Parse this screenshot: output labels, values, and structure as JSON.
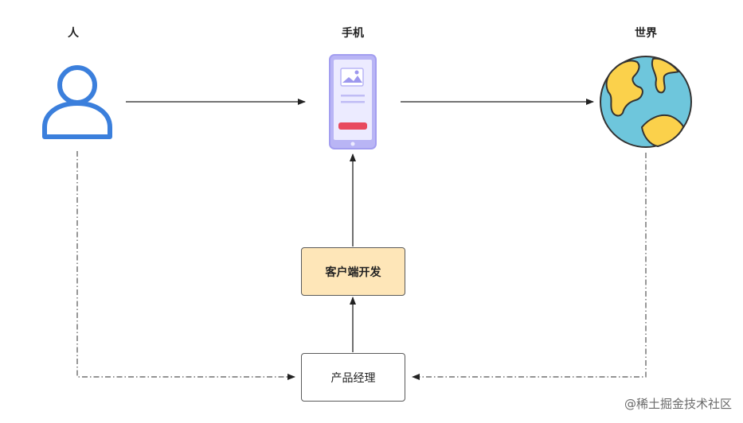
{
  "nodes": {
    "person": {
      "label": "人",
      "icon": "person-icon"
    },
    "phone": {
      "label": "手机",
      "icon": "smartphone-icon"
    },
    "world": {
      "label": "世界",
      "icon": "globe-icon"
    },
    "client_dev": {
      "label": "客户端开发"
    },
    "product_manager": {
      "label": "产品经理"
    }
  },
  "edges": [
    {
      "from": "person",
      "to": "phone",
      "style": "solid"
    },
    {
      "from": "phone",
      "to": "world",
      "style": "solid"
    },
    {
      "from": "client_dev",
      "to": "phone",
      "style": "solid"
    },
    {
      "from": "product_manager",
      "to": "client_dev",
      "style": "solid"
    },
    {
      "from": "person",
      "to": "product_manager",
      "style": "dash-dot"
    },
    {
      "from": "world",
      "to": "product_manager",
      "style": "dash-dot"
    }
  ],
  "watermark": "@稀土掘金技术社区",
  "colors": {
    "person_icon": "#3b7fdc",
    "phone_body": "#b9b5f5",
    "phone_accent": "#e84a5f",
    "globe_ocean": "#6ec6dc",
    "globe_land": "#fbd14b",
    "client_box": "#fee6b8"
  }
}
